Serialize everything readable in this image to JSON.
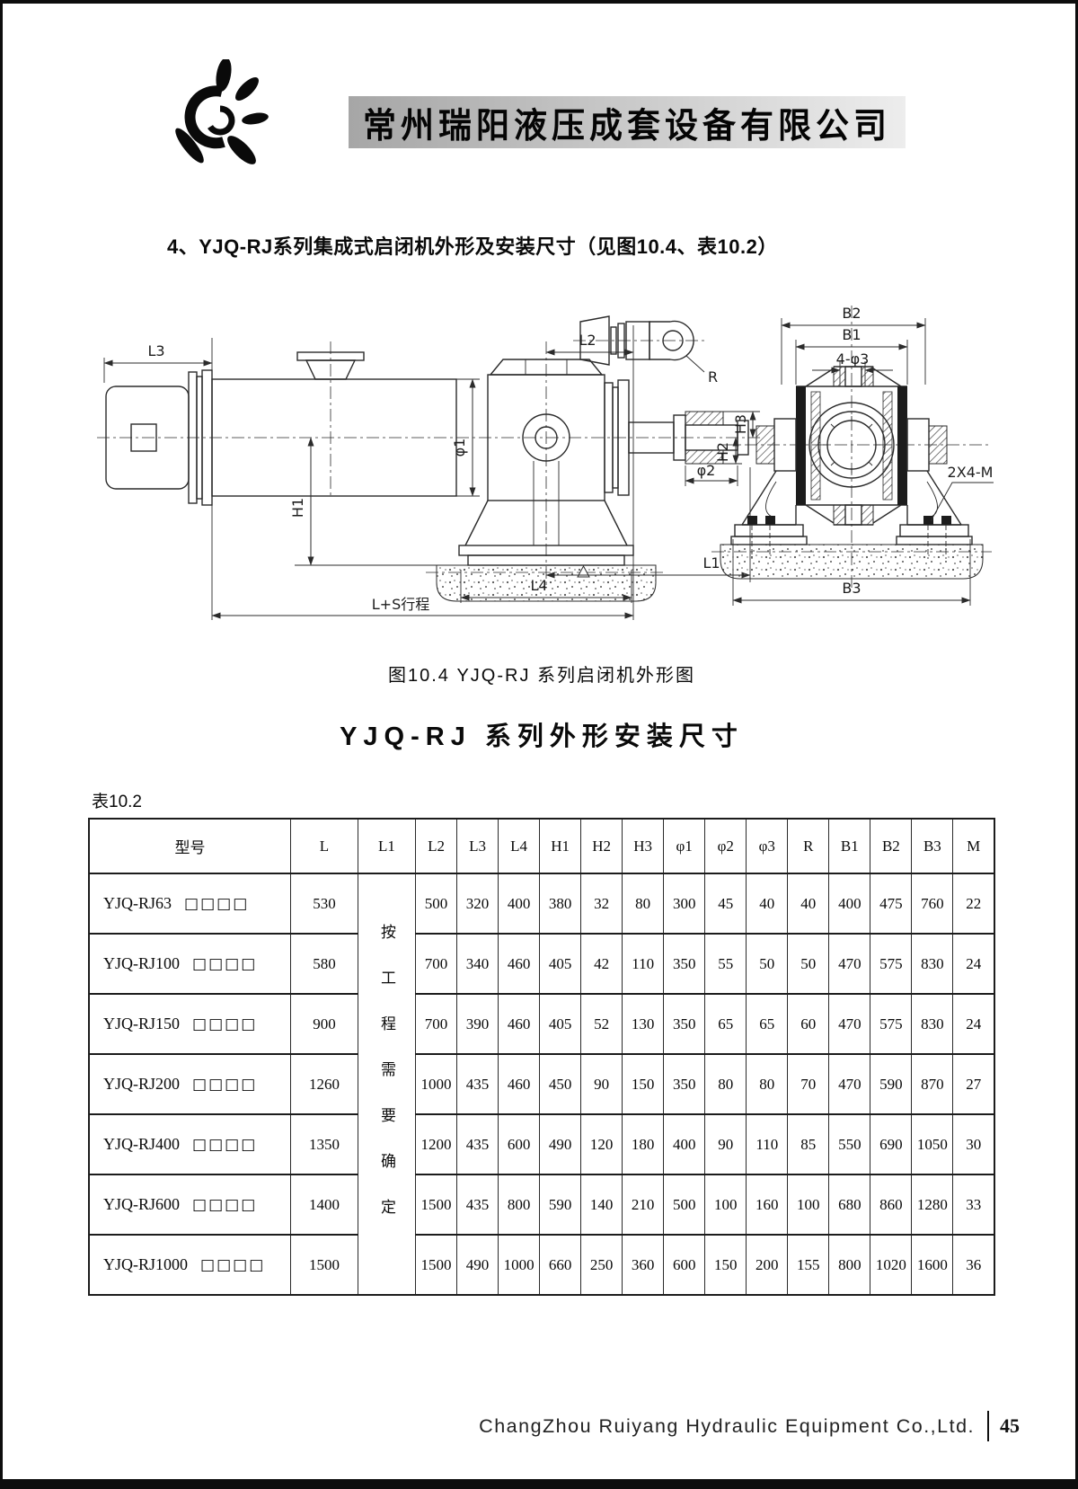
{
  "header": {
    "company_cn": "常州瑞阳液压成套设备有限公司",
    "logo": "ruiyang-swirl-logo"
  },
  "section": {
    "title": "4、YJQ-RJ系列集成式启闭机外形及安装尺寸（见图10.4、表10.2）"
  },
  "figure": {
    "caption": "图10.4 YJQ-RJ 系列启闭机外形图",
    "labels": {
      "l3": "L3",
      "l2": "L2",
      "r": "R",
      "phi1": "φ1",
      "h1": "H1",
      "h2": "H2",
      "h3": "H3",
      "phi2": "φ2",
      "l1": "L1",
      "l4": "L4",
      "ls": "L+S行程",
      "b2": "B2",
      "b1": "B1",
      "phi3": "4-φ3",
      "m2x4": "2X4-M",
      "b3": "B3"
    }
  },
  "table": {
    "title": "YJQ-RJ 系列外形安装尺寸",
    "tag": "表10.2",
    "columns": [
      "型号",
      "L",
      "L1",
      "L2",
      "L3",
      "L4",
      "H1",
      "H2",
      "H3",
      "φ1",
      "φ2",
      "φ3",
      "R",
      "B1",
      "B2",
      "B3",
      "M"
    ],
    "l1_note": "按工程需要确定",
    "rows": [
      {
        "model": "YJQ-RJ63",
        "suffix": "□□□□",
        "values": [
          "530",
          "500",
          "320",
          "400",
          "380",
          "32",
          "80",
          "300",
          "45",
          "40",
          "40",
          "400",
          "475",
          "760",
          "22"
        ]
      },
      {
        "model": "YJQ-RJ100",
        "suffix": "□□□□",
        "values": [
          "580",
          "700",
          "340",
          "460",
          "405",
          "42",
          "110",
          "350",
          "55",
          "50",
          "50",
          "470",
          "575",
          "830",
          "24"
        ]
      },
      {
        "model": "YJQ-RJ150",
        "suffix": "□□□□",
        "values": [
          "900",
          "700",
          "390",
          "460",
          "405",
          "52",
          "130",
          "350",
          "65",
          "65",
          "60",
          "470",
          "575",
          "830",
          "24"
        ]
      },
      {
        "model": "YJQ-RJ200",
        "suffix": "□□□□",
        "values": [
          "1260",
          "1000",
          "435",
          "460",
          "450",
          "90",
          "150",
          "350",
          "80",
          "80",
          "70",
          "470",
          "590",
          "870",
          "27"
        ]
      },
      {
        "model": "YJQ-RJ400",
        "suffix": "□□□□",
        "values": [
          "1350",
          "1200",
          "435",
          "600",
          "490",
          "120",
          "180",
          "400",
          "90",
          "110",
          "85",
          "550",
          "690",
          "1050",
          "30"
        ]
      },
      {
        "model": "YJQ-RJ600",
        "suffix": "□□□□",
        "values": [
          "1400",
          "1500",
          "435",
          "800",
          "590",
          "140",
          "210",
          "500",
          "100",
          "160",
          "100",
          "680",
          "860",
          "1280",
          "33"
        ]
      },
      {
        "model": "YJQ-RJ1000",
        "suffix": "□□□□",
        "values": [
          "1500",
          "1500",
          "490",
          "1000",
          "660",
          "250",
          "360",
          "600",
          "150",
          "200",
          "155",
          "800",
          "1020",
          "1600",
          "36"
        ]
      }
    ]
  },
  "footer": {
    "company_en": "ChangZhou Ruiyang Hydraulic Equipment Co.,Ltd.",
    "page": "45"
  }
}
